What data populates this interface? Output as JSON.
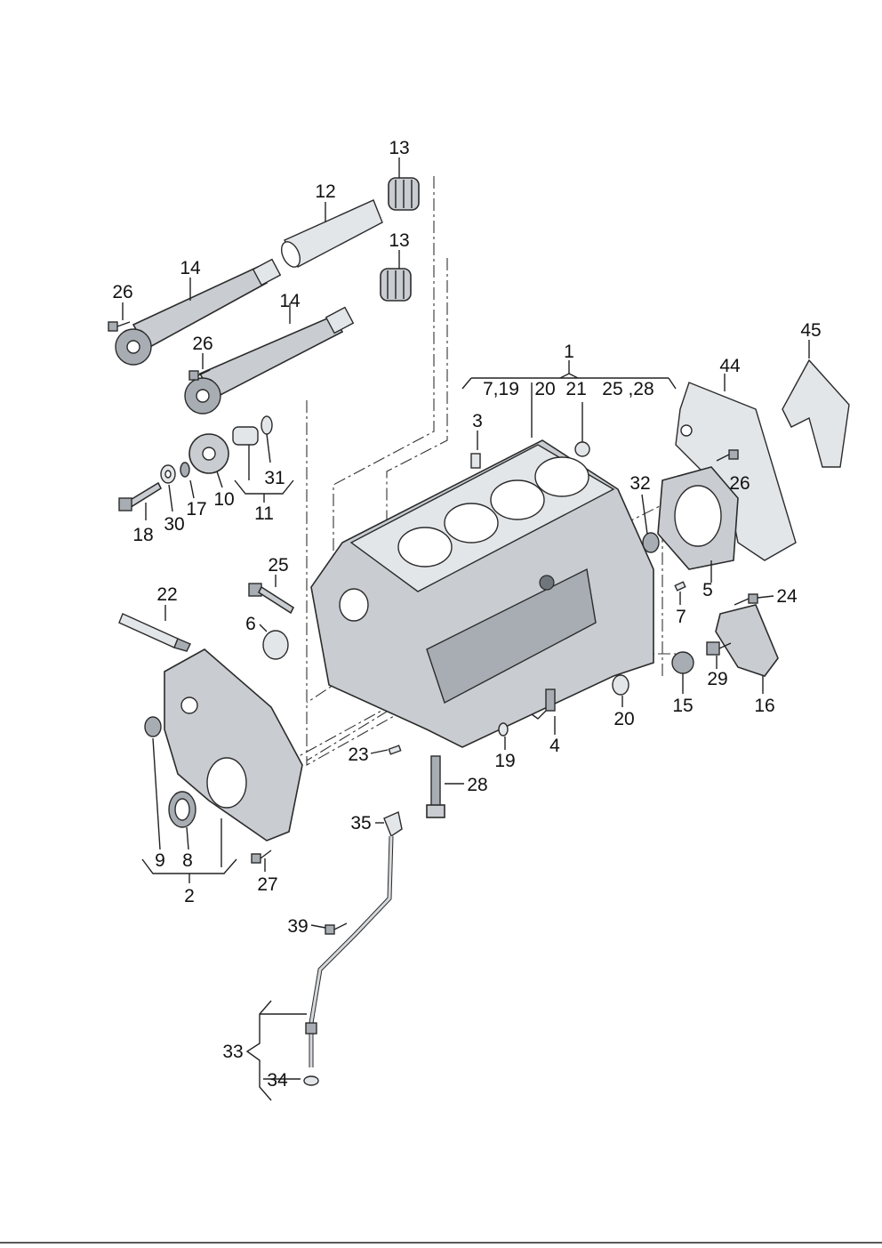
{
  "diagram": {
    "callouts": {
      "c1": "1",
      "c1_sub": "7,19   20  21   25 ,28",
      "c2": "2",
      "c3": "3",
      "c4": "4",
      "c5": "5",
      "c6": "6",
      "c7": "7",
      "c8": "8",
      "c9": "9",
      "c10": "10",
      "c11": "11",
      "c12": "12",
      "c13a": "13",
      "c13b": "13",
      "c14a": "14",
      "c14b": "14",
      "c15": "15",
      "c16": "16",
      "c17": "17",
      "c18": "18",
      "c19": "19",
      "c20": "20",
      "c22": "22",
      "c23": "23",
      "c24": "24",
      "c25": "25",
      "c26a": "26",
      "c26b": "26",
      "c26c": "26",
      "c27": "27",
      "c28": "28",
      "c29": "29",
      "c30": "30",
      "c31": "31",
      "c32": "32",
      "c33": "33",
      "c34": "34",
      "c35": "35",
      "c39": "39",
      "c44": "44",
      "c45": "45"
    }
  }
}
